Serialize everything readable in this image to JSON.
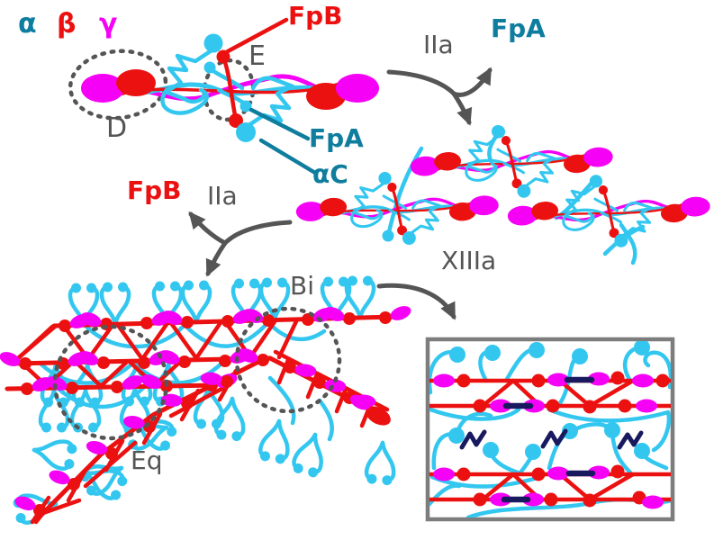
{
  "colors": {
    "cyan": "#33C7F0",
    "red": "#EC1111",
    "magenta": "#F501F5",
    "teal": "#0E7D9E",
    "gray": "#555555",
    "navy": "#191960",
    "boxborder": "#7d7d7d",
    "bg": "#FFFFFF"
  },
  "legend": {
    "alpha_chain": "α",
    "beta_chain": "β",
    "gamma_chain": "γ"
  },
  "labels": {
    "fpb_top": "FpB",
    "e_domain": "E",
    "d_domain": "D",
    "fpa_pointer": "FpA",
    "alpha_c": "αC",
    "iia_top": "IIa",
    "fpa_released": "FpA",
    "xiiia": "XIIIa",
    "fpb_released": "FpB",
    "iia_mid": "IIa",
    "bilateral": "Bi",
    "equilateral": "Eq"
  }
}
